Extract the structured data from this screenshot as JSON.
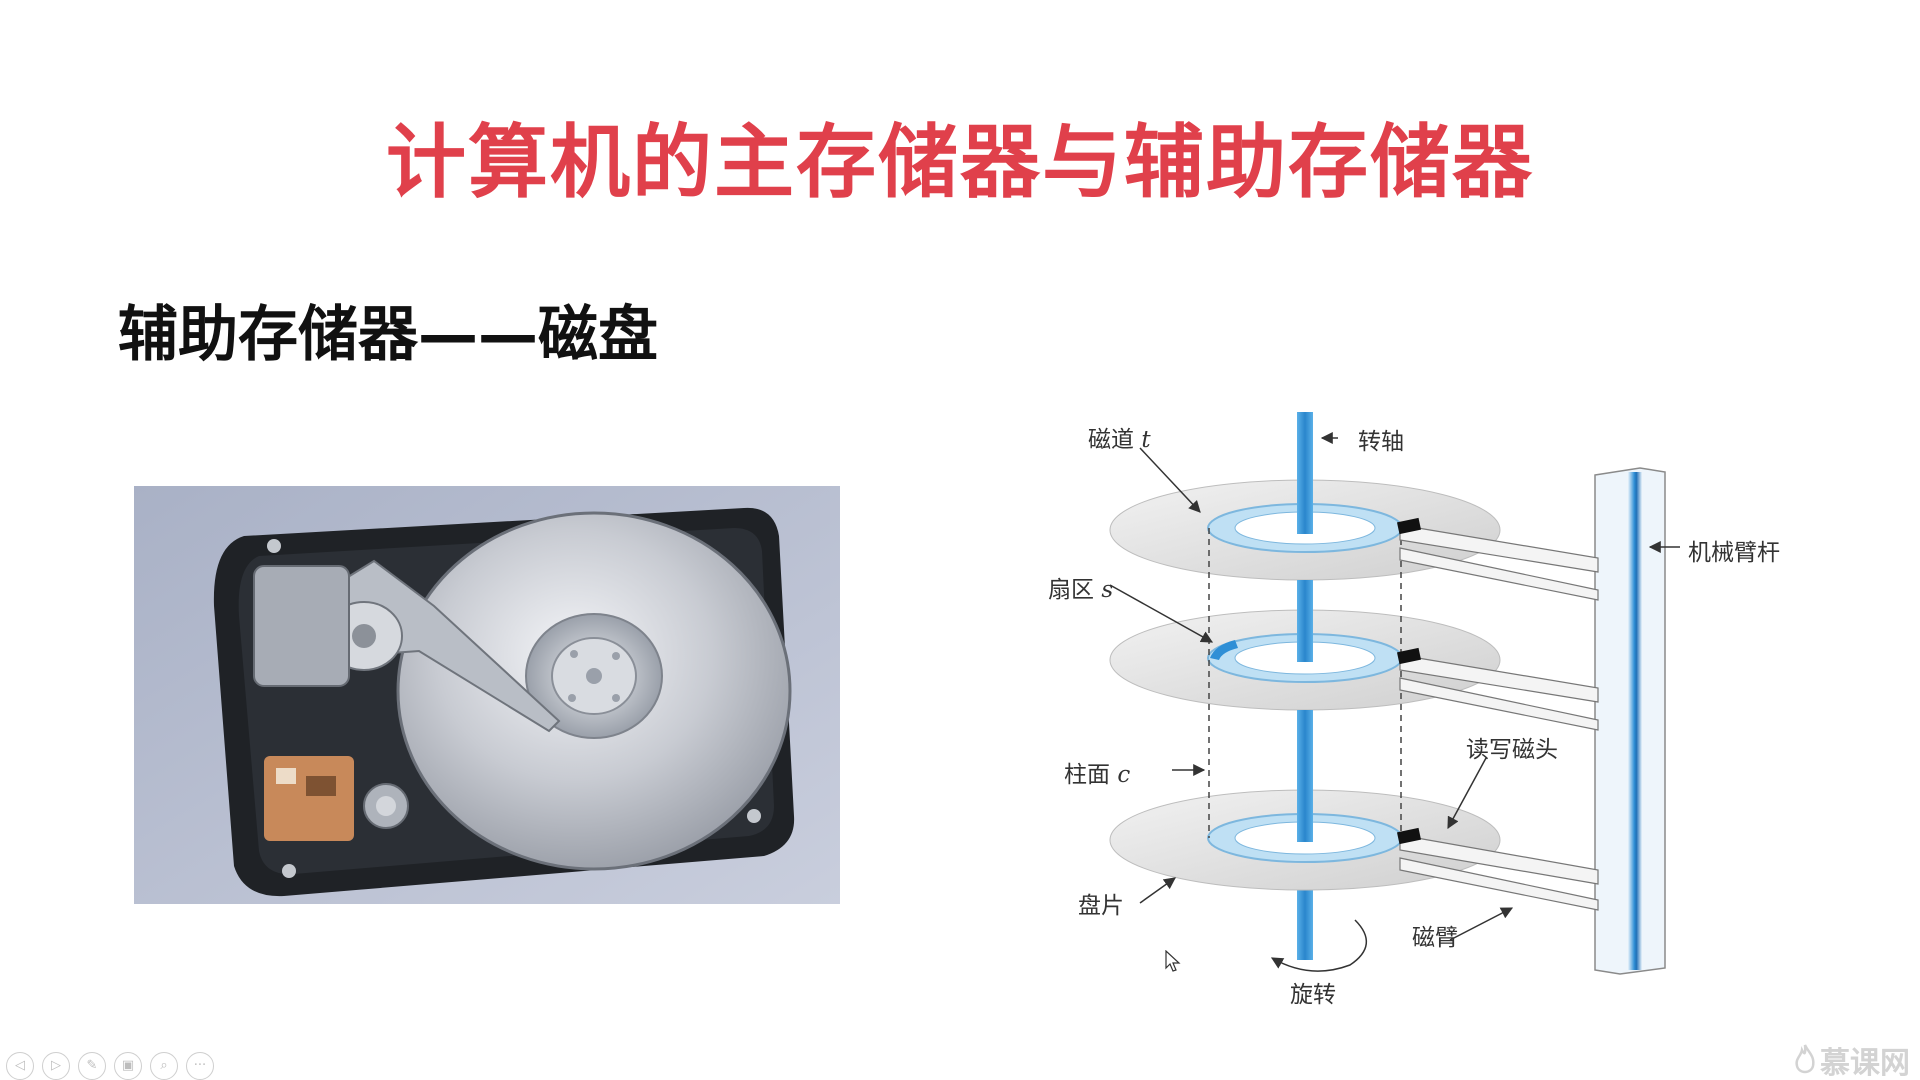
{
  "slide": {
    "title": "计算机的主存储器与辅助存储器",
    "subtitle": "辅助存储器——磁盘"
  },
  "diagram": {
    "labels": {
      "track": "磁道",
      "track_var": "t",
      "spindle": "转轴",
      "arm_rod": "机械臂杆",
      "sector": "扇区",
      "sector_var": "s",
      "cylinder": "柱面",
      "cylinder_var": "c",
      "head": "读写磁头",
      "platter": "盘片",
      "arm": "磁臂",
      "rotate": "旋转"
    }
  },
  "toolbar": {
    "buttons": [
      {
        "name": "prev-icon",
        "glyph": "◁"
      },
      {
        "name": "next-icon",
        "glyph": "▷"
      },
      {
        "name": "pen-icon",
        "glyph": "✎"
      },
      {
        "name": "slides-icon",
        "glyph": "▣"
      },
      {
        "name": "zoom-icon",
        "glyph": "⌕"
      },
      {
        "name": "more-icon",
        "glyph": "···"
      }
    ]
  },
  "watermark": {
    "text": "慕课网"
  },
  "colors": {
    "title": "#e0404b",
    "accent_blue": "#2f8fd6",
    "track_blue": "#bfe0f4"
  }
}
